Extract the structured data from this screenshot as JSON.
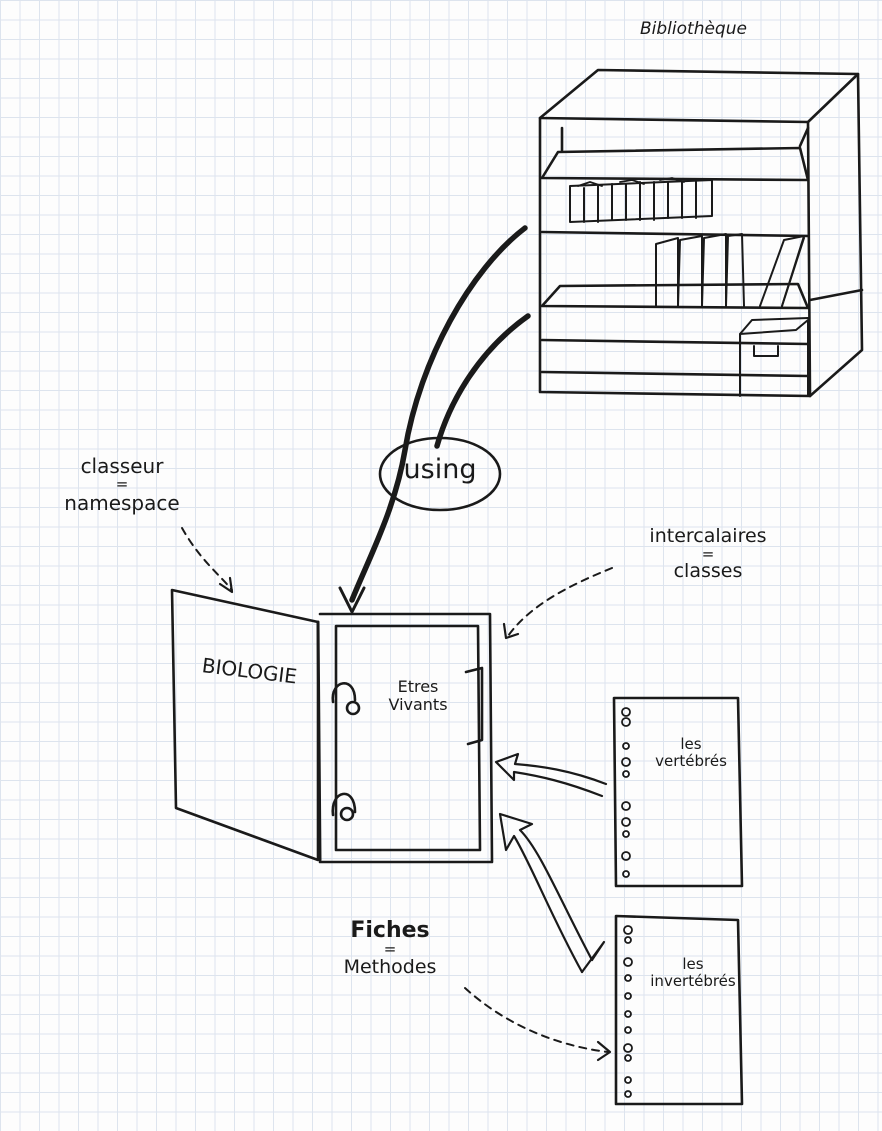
{
  "bookcase": {
    "label": "Bibliothèque"
  },
  "bubble": {
    "label": "using"
  },
  "binder": {
    "cover_label": "BIOLOGIE",
    "divider_label_line1": "Etres",
    "divider_label_line2": "Vivants"
  },
  "annotations": {
    "binder_note": {
      "term": "classeur",
      "equals": "=",
      "concept": "namespace"
    },
    "divider_note": {
      "term": "intercalaires",
      "equals": "=",
      "concept": "classes"
    },
    "sheet_note": {
      "term": "Fiches",
      "equals": "=",
      "concept": "Methodes"
    }
  },
  "sheets": [
    {
      "line1": "les",
      "line2": "vertébrés"
    },
    {
      "line1": "les",
      "line2": "invertébrés"
    }
  ]
}
